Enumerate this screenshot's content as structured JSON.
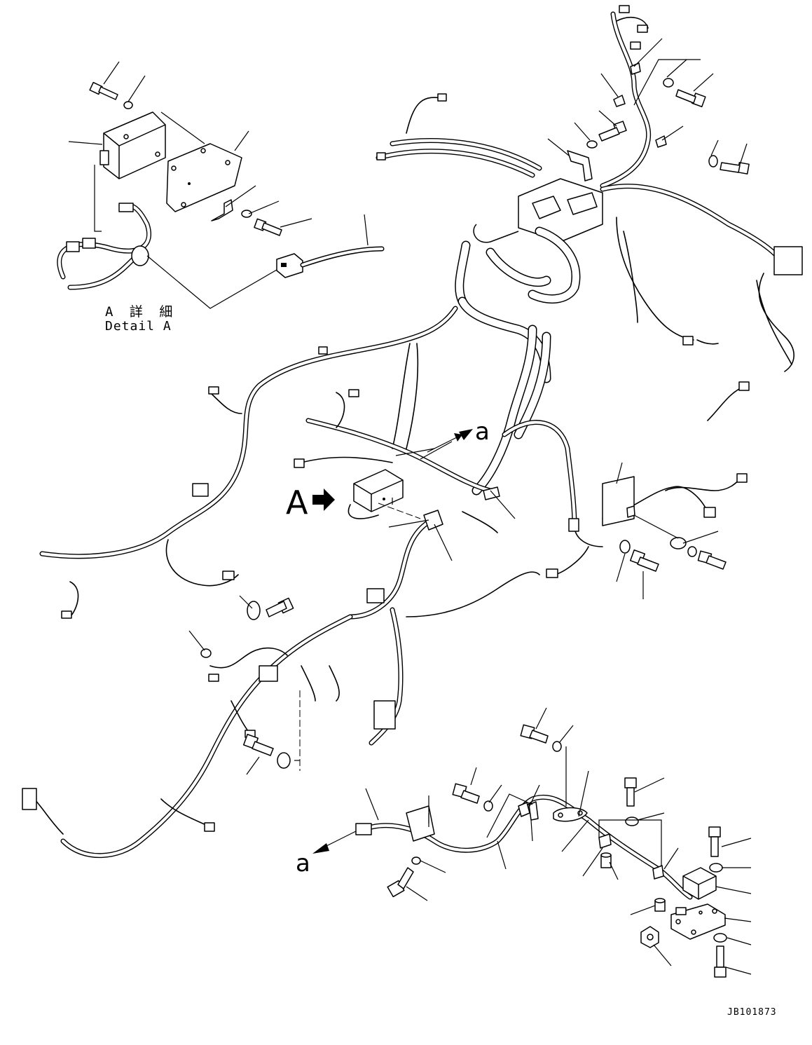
{
  "detail": {
    "title_jp": "A 詳 細",
    "title_en": "Detail A"
  },
  "view_marker": {
    "letter": "A"
  },
  "connection_refs": {
    "top": "a",
    "bottom": "a"
  },
  "drawing_code": "JB101873",
  "colors": {
    "line": "#000000",
    "background": "#ffffff"
  }
}
